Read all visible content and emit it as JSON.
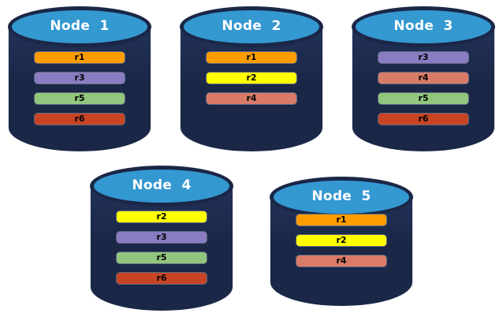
{
  "canvas": {
    "background": "#ffffff"
  },
  "cylinder_style": {
    "body_color": "#1A2747",
    "top_fill": "#3498D1",
    "outline_color": "#1A2747",
    "label_color": "#ffffff",
    "bar_text_color": "#000000"
  },
  "replica_colors": {
    "r1": "#FF9D00",
    "r2": "#FFFF00",
    "r3": "#8A7CC2",
    "r4": "#D97B68",
    "r5": "#92C67E",
    "r6": "#C84425"
  },
  "rows": [
    {
      "nodes": [
        {
          "label": "Node  1",
          "replicas": [
            "r1",
            "r3",
            "r5",
            "r6"
          ]
        },
        {
          "label": "Node  2",
          "replicas": [
            "r1",
            "r2",
            "r4"
          ]
        },
        {
          "label": "Node  3",
          "replicas": [
            "r3",
            "r4",
            "r5",
            "r6"
          ]
        }
      ]
    },
    {
      "nodes": [
        {
          "label": "Node  4",
          "replicas": [
            "r2",
            "r3",
            "r5",
            "r6"
          ]
        },
        {
          "label": "Node  5",
          "replicas": [
            "r1",
            "r2",
            "r4"
          ]
        }
      ]
    }
  ]
}
